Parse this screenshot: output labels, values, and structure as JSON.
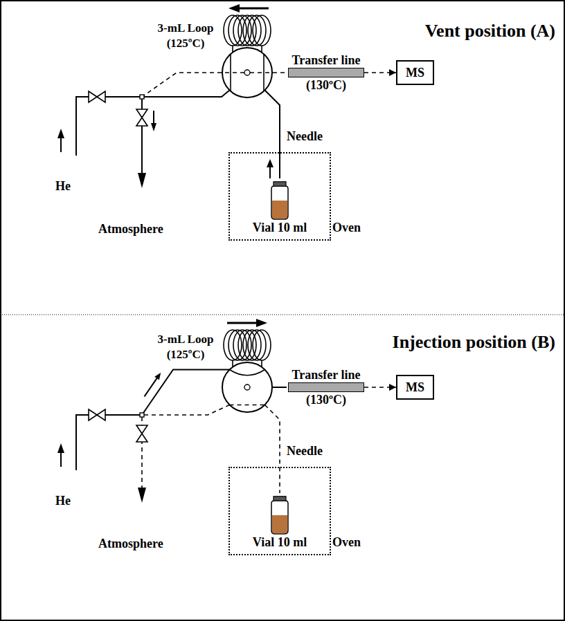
{
  "diagram": {
    "nodes": [
      {
        "text": [
          "Transfer line",
          "(130ºC)"
        ]
      },
      {
        "text": [
          "MS"
        ]
      },
      {
        "text": [
          "Oven"
        ]
      },
      {
        "text": [
          "Vial 10 ml"
        ],
        "in": 2
      },
      {
        "text": [
          "Transfer line",
          "(130ºC)"
        ]
      },
      {
        "text": [
          "MS"
        ]
      },
      {
        "text": [
          "Oven"
        ]
      },
      {
        "text": [
          "Vial 10 ml"
        ],
        "in": 6
      }
    ],
    "edges": [
      {
        "from": 0,
        "to": 1,
        "arrow": "to"
      },
      {
        "from": 4,
        "to": 5,
        "arrow": "to"
      }
    ],
    "labels": [
      "Vent position (A)",
      "3-mL Loop (125ºC)",
      "Needle",
      "He",
      "Atmosphere",
      "Injection position (B)",
      "3-mL Loop (125ºC)",
      "Needle",
      "He",
      "Atmosphere"
    ]
  }
}
